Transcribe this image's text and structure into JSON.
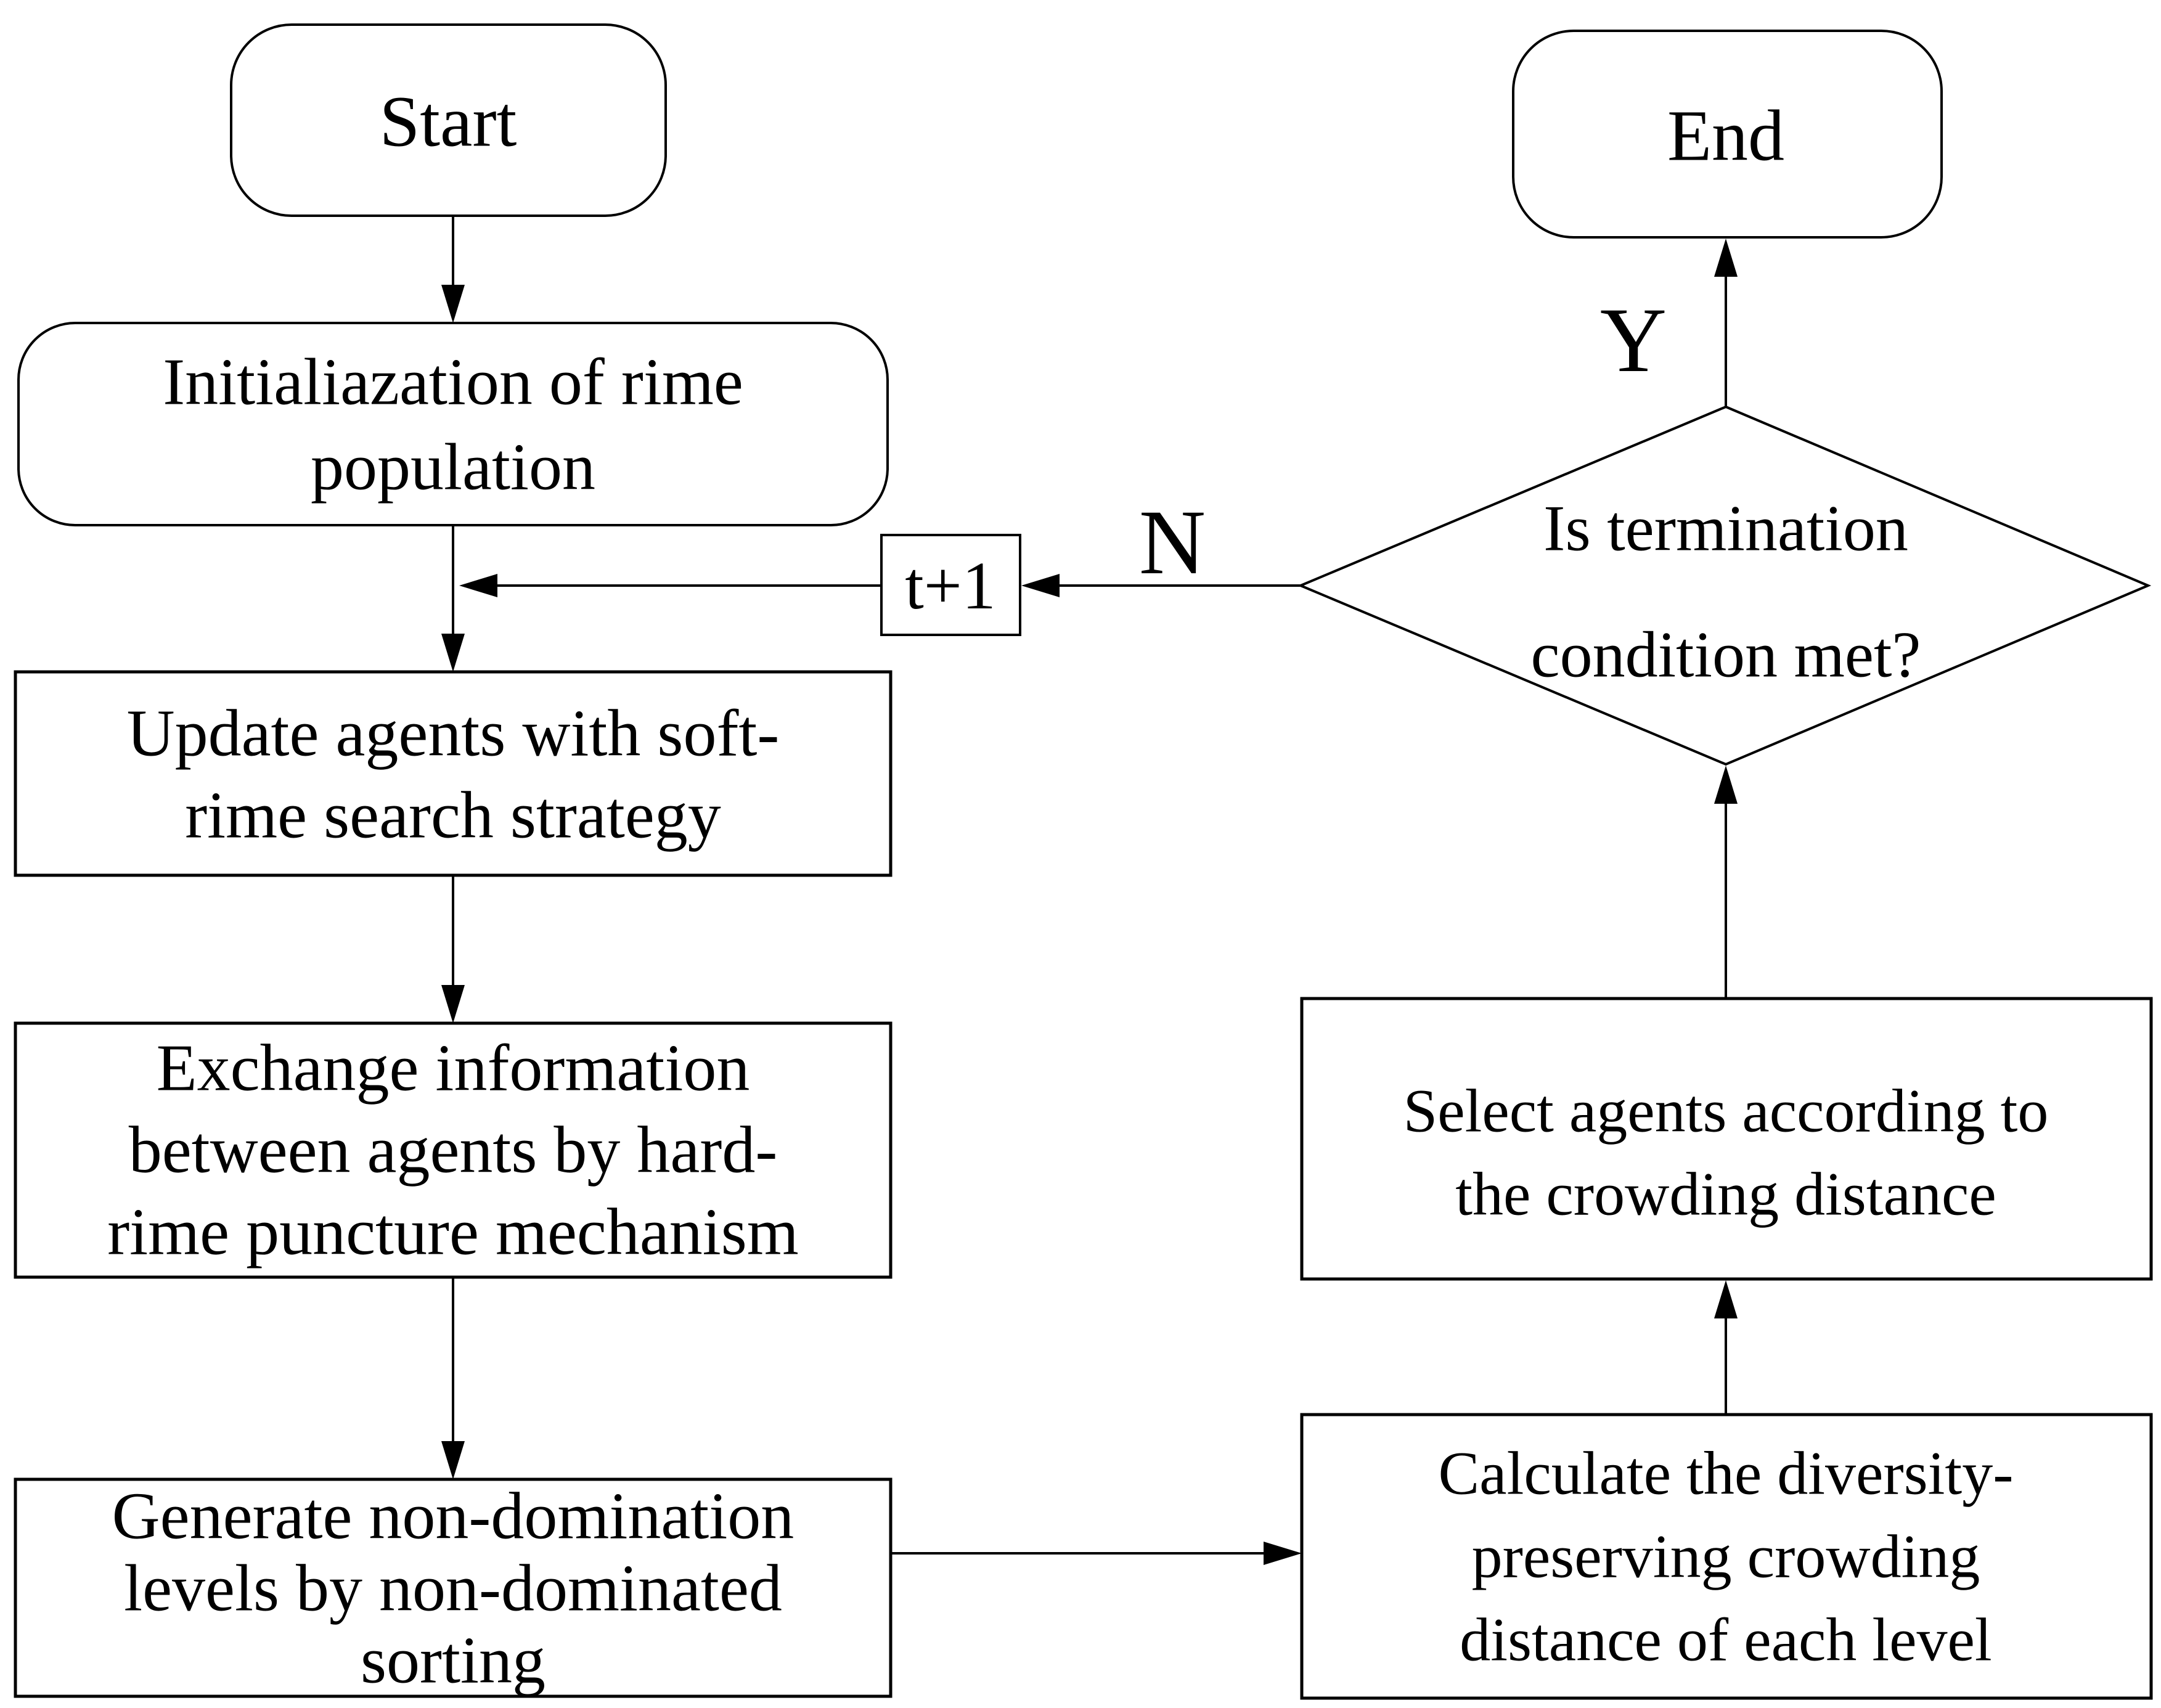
{
  "diagram": {
    "nodes": {
      "start": {
        "label": "Start"
      },
      "init": {
        "line1": "Initialiazation of rime",
        "line2": "population"
      },
      "t_plus_1": {
        "label": "t+1"
      },
      "update": {
        "line1": "Update agents with soft-",
        "line2": "rime search strategy"
      },
      "exchange": {
        "line1": "Exchange information",
        "line2": "between agents by hard-",
        "line3": "rime puncture mechanism"
      },
      "generate": {
        "line1": "Generate non-domination",
        "line2": "levels by non-dominated",
        "line3": "sorting"
      },
      "calculate": {
        "line1": "Calculate the diversity-",
        "line2": "preserving crowding",
        "line3": "distance of each level"
      },
      "select": {
        "line1": "Select agents according to",
        "line2": "the crowding distance"
      },
      "decision": {
        "line1": "Is termination",
        "line2": "condition met?"
      },
      "end": {
        "label": "End"
      }
    },
    "edge_labels": {
      "no": "N",
      "yes": "Y"
    },
    "colors": {
      "stroke": "#000000",
      "background": "#ffffff"
    }
  }
}
